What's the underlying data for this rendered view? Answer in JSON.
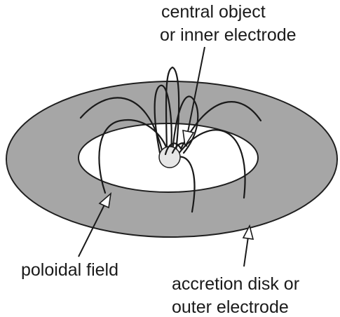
{
  "labels": {
    "central_object_line1": "central object",
    "central_object_line2": "or inner electrode",
    "poloidal_field": "poloidal field",
    "accretion_disk_line1": "accretion disk or",
    "accretion_disk_line2": "outer electrode"
  },
  "colors": {
    "disk": "#a6a6a6",
    "hole": "#ffffff",
    "core": "#e6e6e6",
    "ink": "#1a1a1a"
  }
}
